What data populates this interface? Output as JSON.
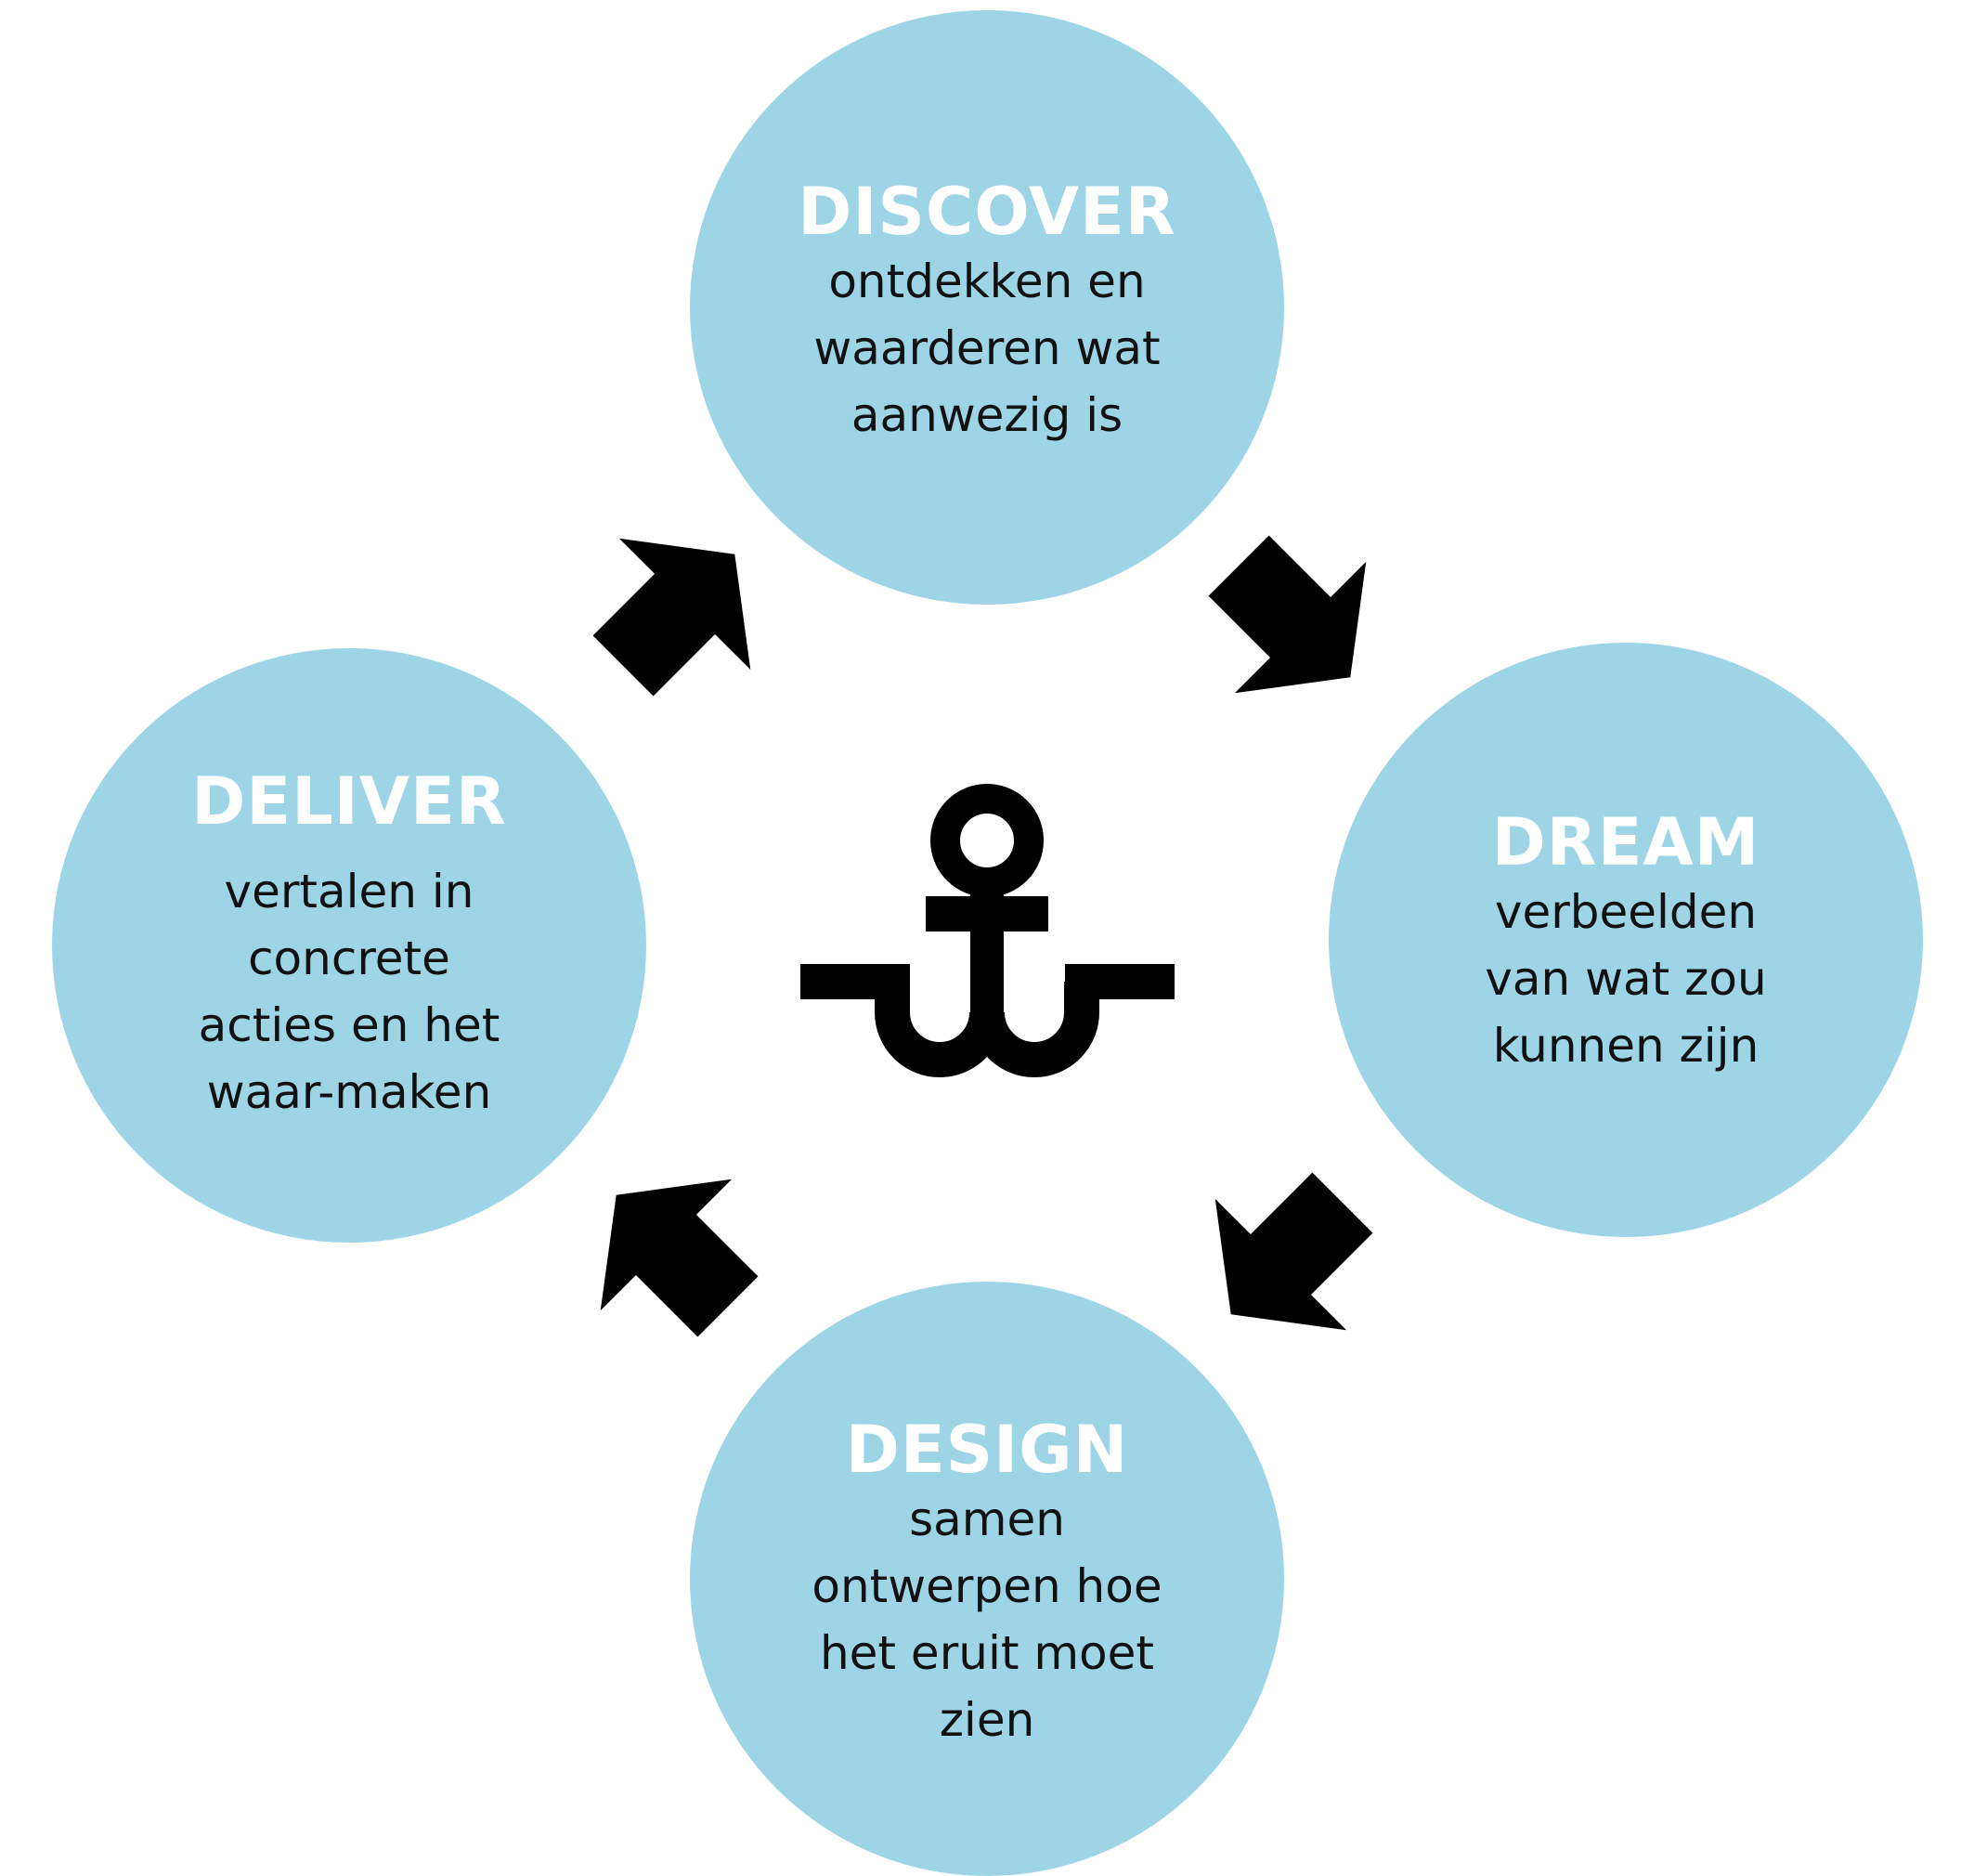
{
  "colors": {
    "circle_fill": "#9DD5E7",
    "title_text": "#FFFFFF",
    "body_text": "#111111",
    "arrow_fill": "#000000",
    "anchor_fill": "#000000"
  },
  "center": {
    "icon": "anchor-icon"
  },
  "phases": [
    {
      "id": "discover",
      "title": "DISCOVER",
      "lines": [
        "ontdekken en",
        "waarderen wat",
        "aanwezig is"
      ]
    },
    {
      "id": "dream",
      "title": "DREAM",
      "lines": [
        "verbeelden",
        "van wat zou",
        "kunnen zijn"
      ]
    },
    {
      "id": "design",
      "title": "DESIGN",
      "lines": [
        "samen",
        "ontwerpen hoe",
        "het eruit moet",
        "zien"
      ]
    },
    {
      "id": "deliver",
      "title": "DELIVER",
      "lines": [
        "vertalen in",
        "concrete",
        "acties en het",
        "waar-maken"
      ]
    }
  ],
  "arrows": [
    {
      "from": "discover",
      "to": "dream",
      "direction": "down-right"
    },
    {
      "from": "dream",
      "to": "design",
      "direction": "down-left"
    },
    {
      "from": "design",
      "to": "deliver",
      "direction": "up-left"
    },
    {
      "from": "deliver",
      "to": "discover",
      "direction": "up-right"
    }
  ]
}
